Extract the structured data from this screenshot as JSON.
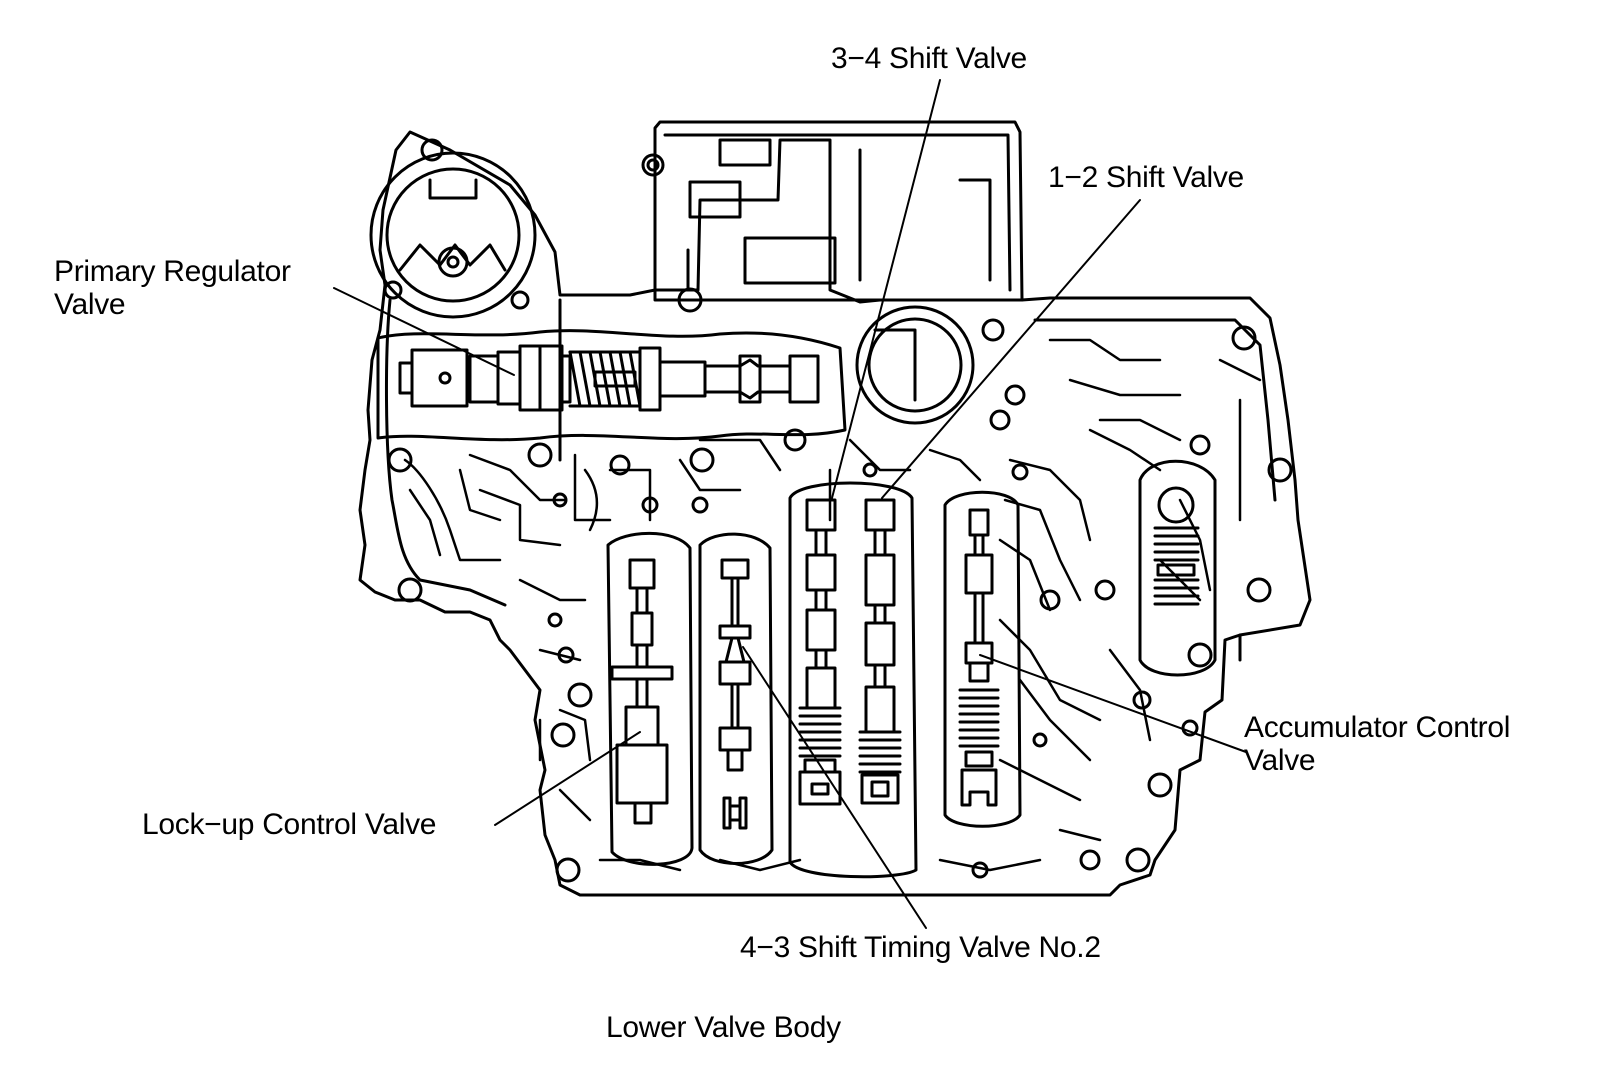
{
  "labels": {
    "shift_34": "3−4 Shift Valve",
    "shift_12": "1−2 Shift Valve",
    "primary_regulator_line1": "Primary Regulator",
    "primary_regulator_line2": "Valve",
    "accumulator_line1": "Accumulator Control",
    "accumulator_line2": "Valve",
    "lockup": "Lock−up Control Valve",
    "timing_43": "4−3 Shift Timing Valve No.2"
  },
  "caption": "Lower Valve Body",
  "colors": {
    "ink": "#000000",
    "paper": "#ffffff"
  }
}
